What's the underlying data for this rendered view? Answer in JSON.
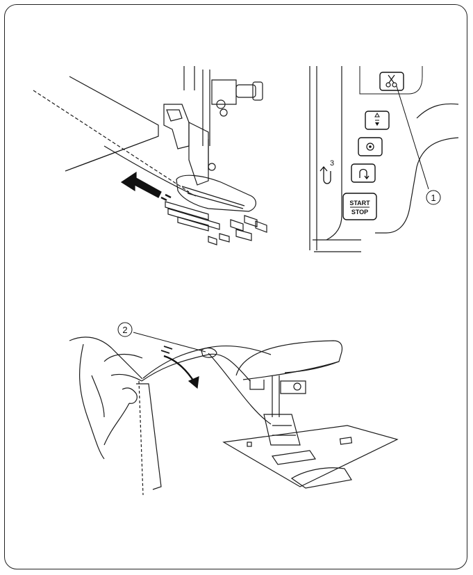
{
  "callouts": {
    "one": "1",
    "two": "2"
  },
  "panel": {
    "start_label": "START",
    "stop_label": "STOP",
    "speed_digit": "3"
  },
  "colors": {
    "line": "#1a1a1a",
    "background": "#ffffff"
  },
  "icons": {
    "thread_cutter": "scissors-icon",
    "needle_up_down": "up-down-arrows-icon",
    "auto_lock": "dot-circle-icon",
    "reverse": "reverse-arrow-icon"
  }
}
